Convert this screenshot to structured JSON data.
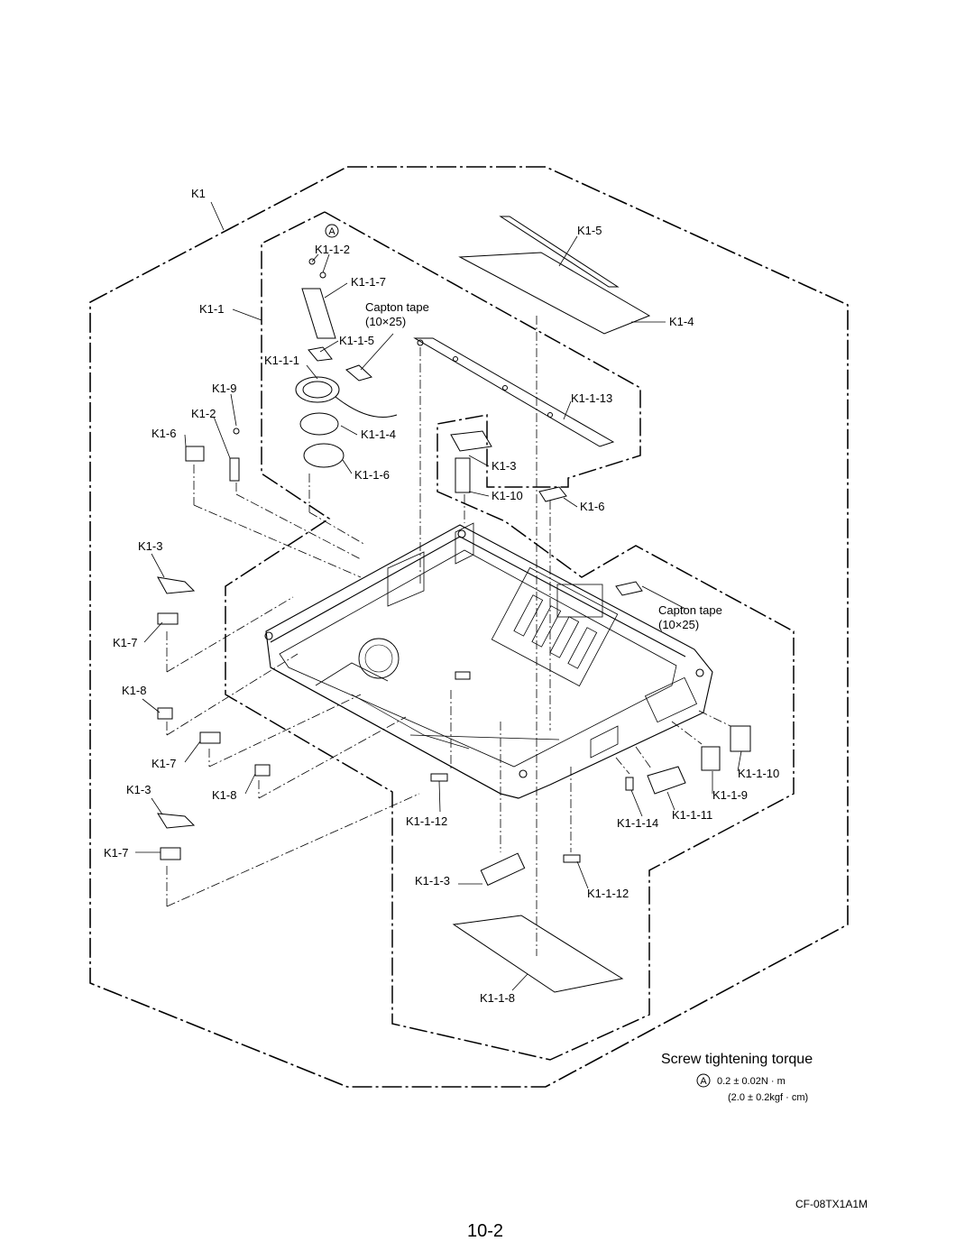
{
  "diagram": {
    "labels": {
      "k1": "K1",
      "k1_5": "K1-5",
      "k1_1_2": "K1-1-2",
      "k1_1_7": "K1-1-7",
      "k1_1": "K1-1",
      "capton_tape_top": "Capton tape",
      "capton_size_top": "(10×25)",
      "k1_4": "K1-4",
      "k1_1_5": "K1-1-5",
      "k1_1_1": "K1-1-1",
      "k1_9": "K1-9",
      "k1_1_13": "K1-1-13",
      "k1_2": "K1-2",
      "k1_6_left": "K1-6",
      "k1_1_4": "K1-1-4",
      "k1_3_inset": "K1-3",
      "k1_1_6": "K1-1-6",
      "k1_10": "K1-10",
      "k1_6_right": "K1-6",
      "k1_3_left_top": "K1-3",
      "capton_tape_right": "Capton tape",
      "capton_size_right": "(10×25)",
      "k1_7_a": "K1-7",
      "k1_8_a": "K1-8",
      "k1_7_b": "K1-7",
      "k1_1_10": "K1-1-10",
      "k1_3_left_bottom": "K1-3",
      "k1_8_b": "K1-8",
      "k1_1_9": "K1-1-9",
      "k1_1_12_a": "K1-1-12",
      "k1_1_14": "K1-1-14",
      "k1_1_11": "K1-1-11",
      "k1_7_c": "K1-7",
      "k1_1_3": "K1-1-3",
      "k1_1_12_b": "K1-1-12",
      "k1_1_8": "K1-1-8"
    },
    "callout_a": "A"
  },
  "torque": {
    "title": "Screw tightening torque",
    "marker": "A",
    "value_nm": "0.2 ± 0.02N · m",
    "value_kgf": "(2.0 ± 0.2kgf · cm)"
  },
  "footer": {
    "model": "CF-08TX1A1M",
    "page": "10-2"
  }
}
